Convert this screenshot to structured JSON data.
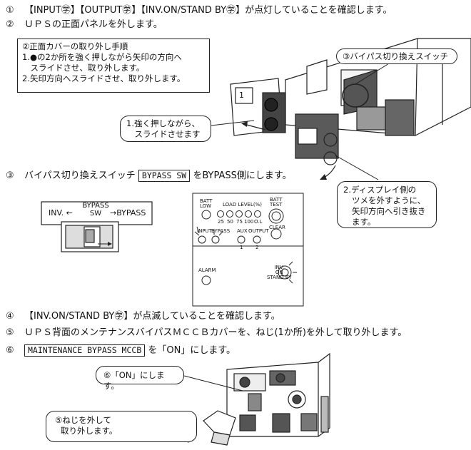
{
  "steps": [
    {
      "num": "①",
      "text": "【INPUT㊫】【OUTPUT㊫】【INV.ON/STAND BY㊫】が点灯していることを確認します。"
    },
    {
      "num": "②",
      "text": "ＵＰＳの正面パネルを外します。"
    },
    {
      "num": "③",
      "pre": "バイパス切り換えスイッチ",
      "key": "BYPASS SW",
      "post": "をBYPASS側にします。"
    },
    {
      "num": "④",
      "text": "【INV.ON/STAND BY㊫】が点滅していることを確認します。"
    },
    {
      "num": "⑤",
      "text": "ＵＰＳ背面のメンテナンスバイパスＭＣＣＢカバーを、ねじ(1か所)を外して取り外します。"
    },
    {
      "num": "⑥",
      "key": "MAINTENANCE BYPASS MCCB",
      "post": "を「ON」にします。"
    }
  ],
  "procedure_box": {
    "title": "②正面カバーの取り外し手順",
    "line1": "1.●の2か所を強く押しながら矢印の方向へ",
    "line2": "　スライドさせ、取り外します。",
    "line3": "2.矢印方向へスライドさせ、取り外します。"
  },
  "callouts": {
    "bypass_switch": "③バイパス切り換えスイッチ",
    "push_slide_1": "1.強く押しながら、",
    "push_slide_2": "　スライドさせます",
    "display_1": "2.ディスプレイ側の",
    "display_2": "ツメを外すように、",
    "display_3": "矢印方向へ引き抜き",
    "display_4": "ます。",
    "set_on": "⑥「ON」にします。",
    "screw_1": "⑤ねじを外して",
    "screw_2": "取り外します。"
  },
  "bypass_diagram": {
    "left": "INV.",
    "mid_top": "BYPASS",
    "mid_bottom": "SW",
    "right": "BYPASS"
  },
  "panel_part_labels": {
    "one": "1",
    "two": "2"
  },
  "front_panel": {
    "batt_low": "BATT LOW",
    "load_level": "LOAD LEVEL(%)",
    "load_values": [
      "25",
      "50",
      "75",
      "100",
      "O.L"
    ],
    "batt_test": "BATT TEST",
    "input": "INPUT",
    "bypass": "BYPASS",
    "aux": "AUX",
    "output": "OUTPUT",
    "clear": "CLEAR",
    "alarm": "ALARM",
    "inv_on": "INV.",
    "on": "ON",
    "standby": "STAND BY",
    "aux_num": "1",
    "output_num": "2"
  }
}
